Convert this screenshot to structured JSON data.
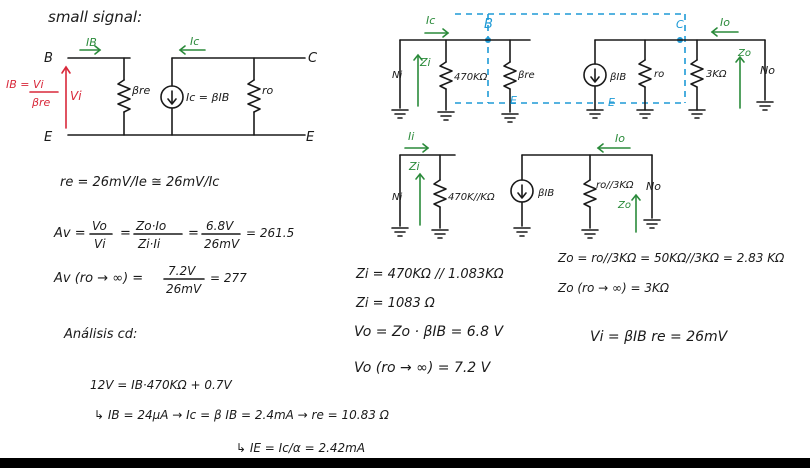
{
  "colors": {
    "ink": "#1a1a1a",
    "green": "#2a8a3a",
    "red": "#d8283a",
    "blue": "#1e9ad6"
  },
  "title": "small signal:",
  "circuit1": {
    "node_B": "B",
    "node_C": "C",
    "node_E1": "E",
    "node_E2": "E",
    "IB": "IB",
    "Ic": "Ic",
    "Vi": "Vi",
    "IB_eq_top": "IB = Vi",
    "IB_eq_bottom": "βre",
    "beta_re": "βre",
    "source": "Ic = βIB",
    "ro": "ro"
  },
  "circuit2": {
    "Ic": "Ic",
    "B": "B",
    "C": "C",
    "Io": "Io",
    "Zi": "Zi",
    "Ni": "Ni",
    "r470": "470KΩ",
    "beta_re": "βre",
    "E1": "E",
    "E2": "E",
    "source": "βIB",
    "ro": "ro",
    "r3k": "3KΩ",
    "Zo": "Zo",
    "No": "No"
  },
  "circuit3": {
    "Ii": "Ii",
    "Zi": "Zi",
    "Ni": "Ni",
    "par": "470K//KΩ",
    "source": "βIB",
    "ro3k": "ro//3KΩ",
    "Io": "Io",
    "Zo": "Zo",
    "No": "No"
  },
  "equations": {
    "re": "re = 26mV/Ie ≅ 26mV/Ic",
    "av_lhs": "Av =",
    "av_f1_num": "Vo",
    "av_f1_den": "Vi",
    "av_eq1": "=",
    "av_f2_num": "Zo·Io",
    "av_f2_den": "Zi·Ii",
    "av_eq2": "=",
    "av_f3_num": "6.8V",
    "av_f3_den": "26mV",
    "av_result": "= 261.5",
    "av2_lhs": "Av (ro → ∞) =",
    "av2_num": "7.2V",
    "av2_den": "26mV",
    "av2_result": "= 277",
    "zi1": "Zi = 470KΩ // 1.083KΩ",
    "zi2": "Zi = 1083 Ω",
    "vo1": "Vo = Zo · βIB = 6.8 V",
    "vo2": "Vo (ro → ∞) = 7.2 V",
    "zo1": "Zo = ro//3KΩ = 50KΩ//3KΩ = 2.83 KΩ",
    "zo2": "Zo (ro → ∞) = 3KΩ",
    "vi": "Vi = βIB re = 26mV",
    "analysis": "Análisis cd:",
    "dc1": "12V = IB·470KΩ + 0.7V",
    "dc2": "↳ IB = 24μA → Ic = β IB = 2.4mA → re = 10.83 Ω",
    "dc3": "↳ IE = Ic/α = 2.42mA"
  }
}
